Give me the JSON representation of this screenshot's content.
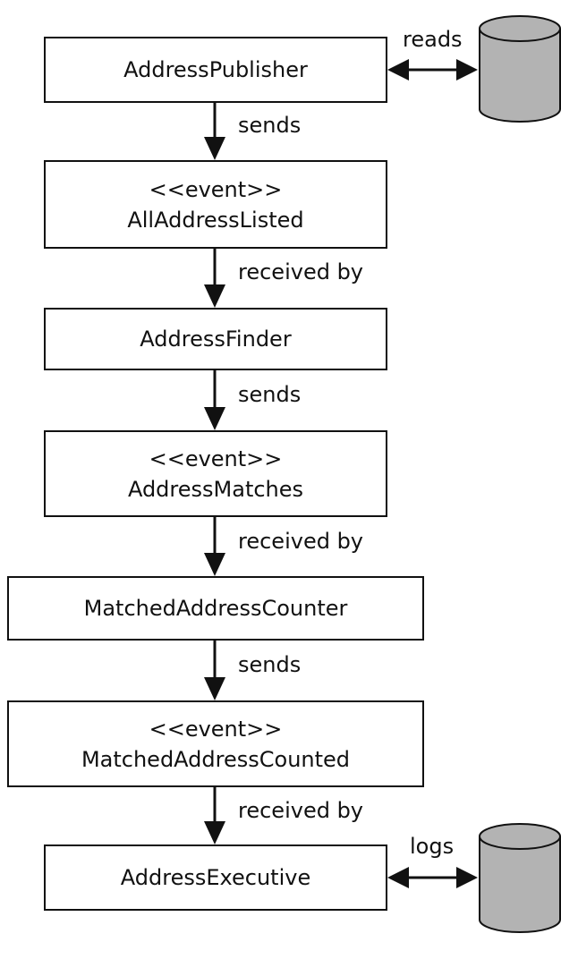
{
  "nodes": {
    "publisher": {
      "name": "AddressPublisher"
    },
    "listed": {
      "stereotype": "<<event>>",
      "name": "AllAddressListed"
    },
    "finder": {
      "name": "AddressFinder"
    },
    "matches": {
      "stereotype": "<<event>>",
      "name": "AddressMatches"
    },
    "counter": {
      "name": "MatchedAddressCounter"
    },
    "counted": {
      "stereotype": "<<event>>",
      "name": "MatchedAddressCounted"
    },
    "executive": {
      "name": "AddressExecutive"
    }
  },
  "edges": {
    "e1": "sends",
    "e2": "received by",
    "e3": "sends",
    "e4": "received by",
    "e5": "sends",
    "e6": "received by"
  },
  "storage": {
    "top_label": "reads",
    "bottom_label": "logs",
    "cylinder_color": "#b3b3b3"
  }
}
